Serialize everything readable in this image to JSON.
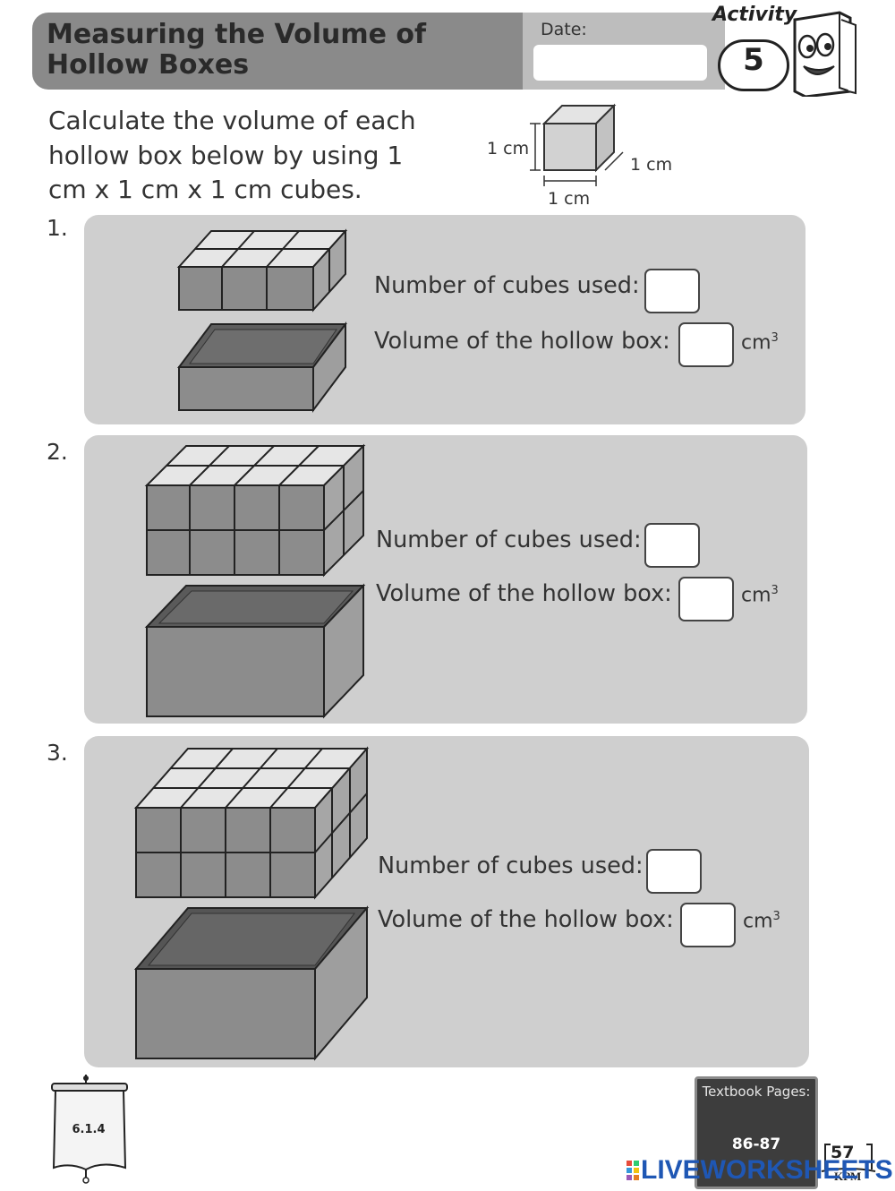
{
  "header": {
    "title": "Measuring the Volume of Hollow Boxes",
    "date_label": "Date:",
    "date_value": "",
    "activity_label": "Activity",
    "activity_number": "5"
  },
  "instruction": "Calculate the volume of each hollow box below by using 1 cm x 1 cm x 1 cm cubes.",
  "unit_cube": {
    "height_label": "1 cm",
    "depth_label": "1 cm",
    "width_label": "1 cm"
  },
  "questions": [
    {
      "number": "1.",
      "cubes_label": "Number of cubes used:",
      "cubes_value": "",
      "volume_label": "Volume of the hollow box:",
      "volume_value": "",
      "unit": "cm",
      "unit_exp": "3"
    },
    {
      "number": "2.",
      "cubes_label": "Number of cubes used:",
      "cubes_value": "",
      "volume_label": "Volume of the hollow box:",
      "volume_value": "",
      "unit": "cm",
      "unit_exp": "3"
    },
    {
      "number": "3.",
      "cubes_label": "Number of cubes used:",
      "cubes_value": "",
      "volume_label": "Volume of the hollow box:",
      "volume_value": "",
      "unit": "cm",
      "unit_exp": "3"
    }
  ],
  "footer": {
    "tag_code": "6.1.4",
    "textbook_label": "Textbook Pages:",
    "textbook_pages": "86-87",
    "page_number": "57",
    "publisher": "KPM",
    "watermark": "LIVEWORKSHEETS"
  },
  "colors": {
    "panel": "#cfcfcf",
    "title_bar": "#8a8a8a",
    "cube_top": "#e6e6e6",
    "cube_front": "#8c8c8c",
    "cube_side": "#a6a6a6",
    "watermark": "#1f57b4"
  },
  "icons": [
    "book-mascot-icon",
    "unit-cube-diagram",
    "hanging-tag-icon",
    "liveworksheets-logo-icon"
  ]
}
